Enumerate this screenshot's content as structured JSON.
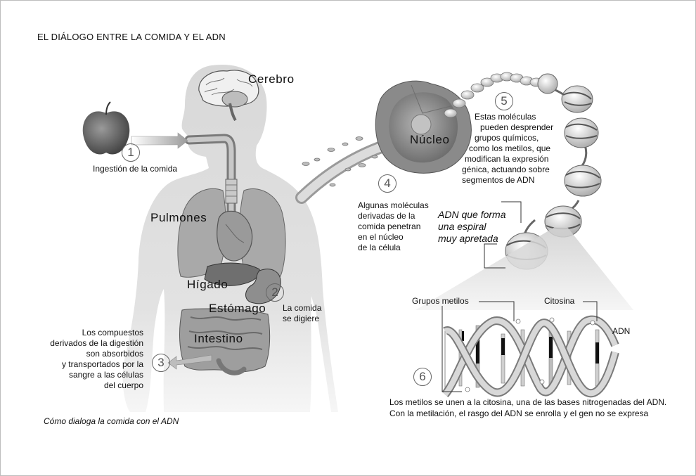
{
  "title": "EL DIÁLOGO ENTRE LA COMIDA Y EL ADN",
  "organs": {
    "cerebro": "Cerebro",
    "pulmones": "Pulmones",
    "higado": "Hígado",
    "estomago": "Estómago",
    "intestino": "Intestino",
    "nucleo": "Núcleo"
  },
  "steps": [
    {
      "number": "1",
      "text": "Ingestión de la comida"
    },
    {
      "number": "2",
      "text_lines": [
        "La comida",
        "se digiere"
      ]
    },
    {
      "number": "3",
      "text_lines": [
        "Los compuestos",
        "derivados de la digestión",
        "son absorbidos",
        "y transportados por la",
        "sangre a las células",
        "del cuerpo"
      ]
    },
    {
      "number": "4",
      "text_lines": [
        "Algunas moléculas",
        "derivadas de la",
        "comida penetran",
        "en el núcleo",
        "de la célula"
      ]
    },
    {
      "number": "5",
      "text_lines": [
        "Estas moléculas",
        "pueden desprender",
        "grupos químicos,",
        "como los metilos, que",
        "modifican la expresión",
        "génica, actuando sobre",
        "segmentos de ADN"
      ]
    },
    {
      "number": "6",
      "text_lines": [
        "Los metilos se unen a la citosina, una de las bases nitrogenadas del ADN.",
        "Con la metilación, el rasgo del ADN se enrolla y el gen no se expresa"
      ]
    }
  ],
  "dna_labels": {
    "coil_lines": [
      "ADN que forma",
      "una espiral",
      "muy apretada"
    ],
    "methyl": "Grupos metilos",
    "cytosine": "Citosina",
    "dna": "ADN"
  },
  "caption": "Cómo dialoga la comida con el ADN",
  "colors": {
    "body_silhouette": "#dcdcdc",
    "organ_gray": "#a9a9a9",
    "nucleus_gray": "#8c8c8c",
    "line": "#333333",
    "number_circle": "#666666"
  }
}
